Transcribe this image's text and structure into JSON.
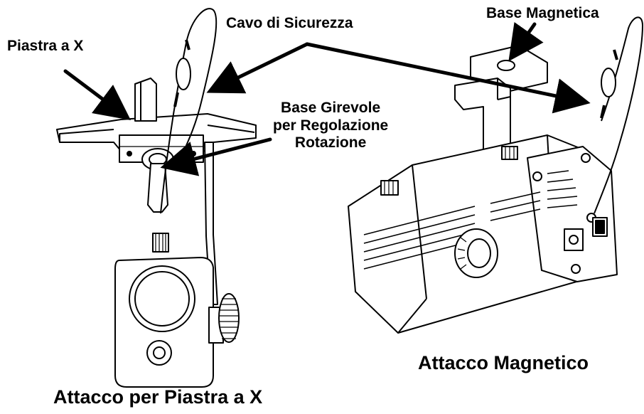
{
  "labels": {
    "piastra_a_x": "Piastra a X",
    "cavo_di_sicurezza": "Cavo di Sicurezza",
    "base_magnetica": "Base Magnetica",
    "base_girevole": [
      "Base Girevole",
      "per Regolazione",
      "Rotazione"
    ],
    "attacco_magnetico": "Attacco Magnetico",
    "attacco_per_piastra_a_x": "Attacco per Piastra a X"
  },
  "colors": {
    "ink": "#000000",
    "fill": "#ffffff",
    "shade": "#555555"
  },
  "icons": [
    "x-plate-mount-illustration",
    "magnetic-mount-fixture-illustration",
    "safety-cable-icon"
  ]
}
